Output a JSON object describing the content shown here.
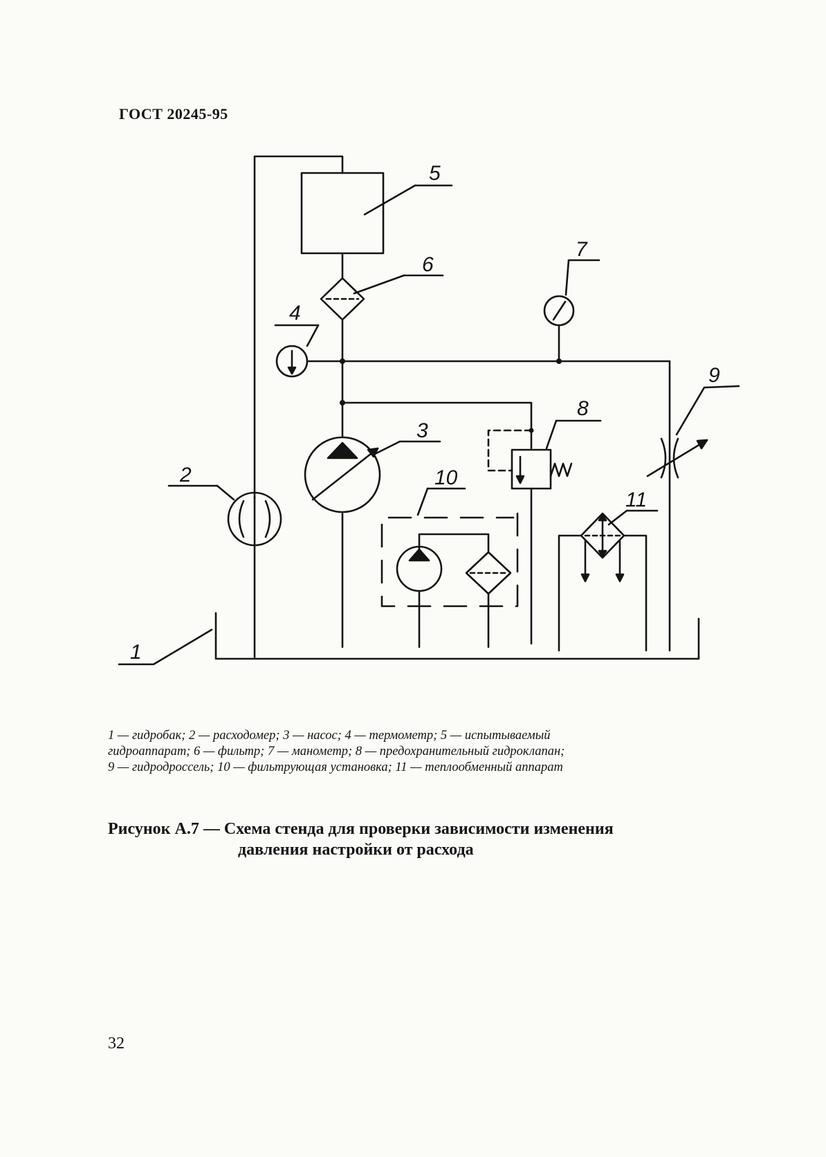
{
  "header": {
    "standard": "ГОСТ 20245-95"
  },
  "diagram": {
    "labels": [
      "1",
      "2",
      "3",
      "4",
      "5",
      "6",
      "7",
      "8",
      "9",
      "10",
      "11"
    ]
  },
  "legend": {
    "lines": [
      "1 — гидробак; 2 — расходомер; 3 — насос; 4 — термометр; 5 — испытываемый",
      "гидроаппарат; 6 — фильтр; 7 — манометр; 8 — предохранительный гидроклапан;",
      "9 — гидродроссель; 10 — фильтрующая установка; 11 — теплообменный аппарат"
    ]
  },
  "caption": {
    "line1": "Рисунок А.7 — Схема стенда для проверки зависимости изменения",
    "line2": "давления настройки от расхода"
  },
  "page_number": "32"
}
